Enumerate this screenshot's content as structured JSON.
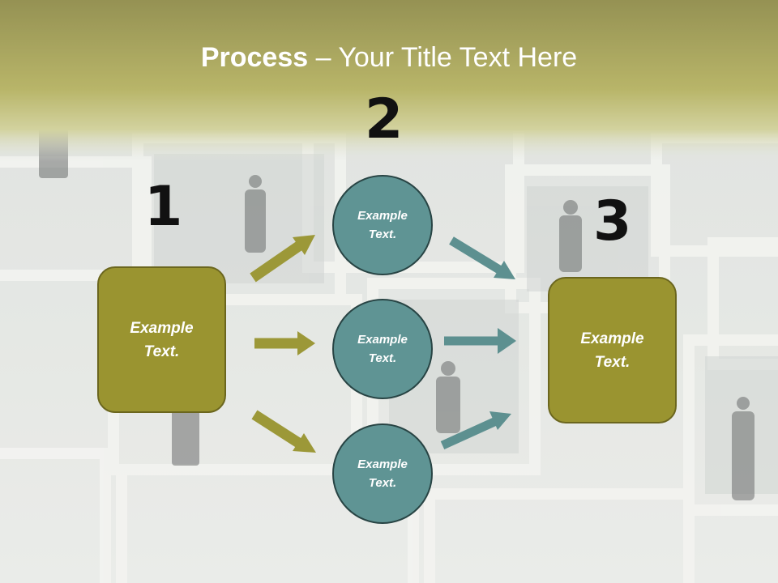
{
  "title": {
    "bold": "Process",
    "rest": " – Your Title Text Here"
  },
  "numbers": [
    "1",
    "2",
    "3"
  ],
  "step1": {
    "text": "Example Text."
  },
  "step2": {
    "items": [
      "Example Text.",
      "Example Text.",
      "Example Text."
    ]
  },
  "step3": {
    "text": "Example Text."
  },
  "colors": {
    "header_band": "#9a9535",
    "olive_box": "#9a9430",
    "teal_circle": "#5f9494",
    "olive_arrow": "#9c9838",
    "teal_arrow": "#5d9090"
  }
}
